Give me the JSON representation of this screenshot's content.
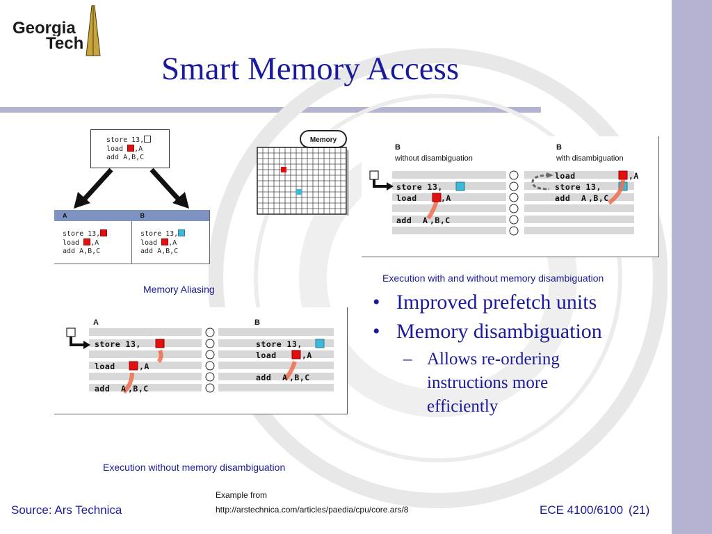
{
  "logo": {
    "line1": "Georgia",
    "line2": "Tech"
  },
  "title": "Smart Memory Access",
  "aliasing": {
    "code": [
      "store 13,",
      "load ",
      ",A",
      "add A,B,C"
    ],
    "table": {
      "col_a": "A",
      "col_b": "B",
      "a_lines": [
        "store 13,",
        "load ",
        ",A",
        "add A,B,C"
      ],
      "b_lines": [
        "store 13,",
        "load ",
        ",A",
        "add A,B,C"
      ]
    },
    "memory_label": "Memory",
    "caption": "Memory Aliasing"
  },
  "exec_right": {
    "left_head": "B",
    "left_sub": "without disambiguation",
    "right_head": "B",
    "right_sub": "with disambiguation",
    "left_rows": [
      "store 13,",
      "load ",
      ",A",
      "add ",
      "A",
      ",B,C"
    ],
    "right_rows": [
      "load ",
      ",A",
      "store 13,",
      "add ",
      "A",
      ",B,C"
    ],
    "caption": "Execution with and without memory disambiguation"
  },
  "exec_left": {
    "head_a": "A",
    "head_b": "B",
    "a_rows": [
      "store 13,",
      "load ",
      ",A",
      "add ",
      "A",
      ",B,C"
    ],
    "b_rows": [
      "store 13,",
      "load ",
      ",A",
      "add ",
      "A",
      ",B,C"
    ],
    "caption": "Execution without memory disambiguation"
  },
  "bullets": {
    "items": [
      "Improved prefetch units",
      "Memory disambiguation"
    ],
    "sub_items": [
      "Allows re-ordering instructions more efficiently"
    ],
    "marker": "•",
    "sub_marker": "–"
  },
  "footer": {
    "source": "Source: Ars Technica",
    "example_line1": "Example from",
    "example_line2": "http://arstechnica.com/articles/paedia/cpu/core.ars/8",
    "course": "ECE 4100/6100",
    "page": "(21)"
  },
  "colors": {
    "title_blue": "#1a1a9a",
    "stripe": "#b4b4d2",
    "table_header": "#7f93c2",
    "red_square": "#e01010",
    "blue_square": "#3cb8d8",
    "flow_arrow": "#ee6e4e"
  }
}
